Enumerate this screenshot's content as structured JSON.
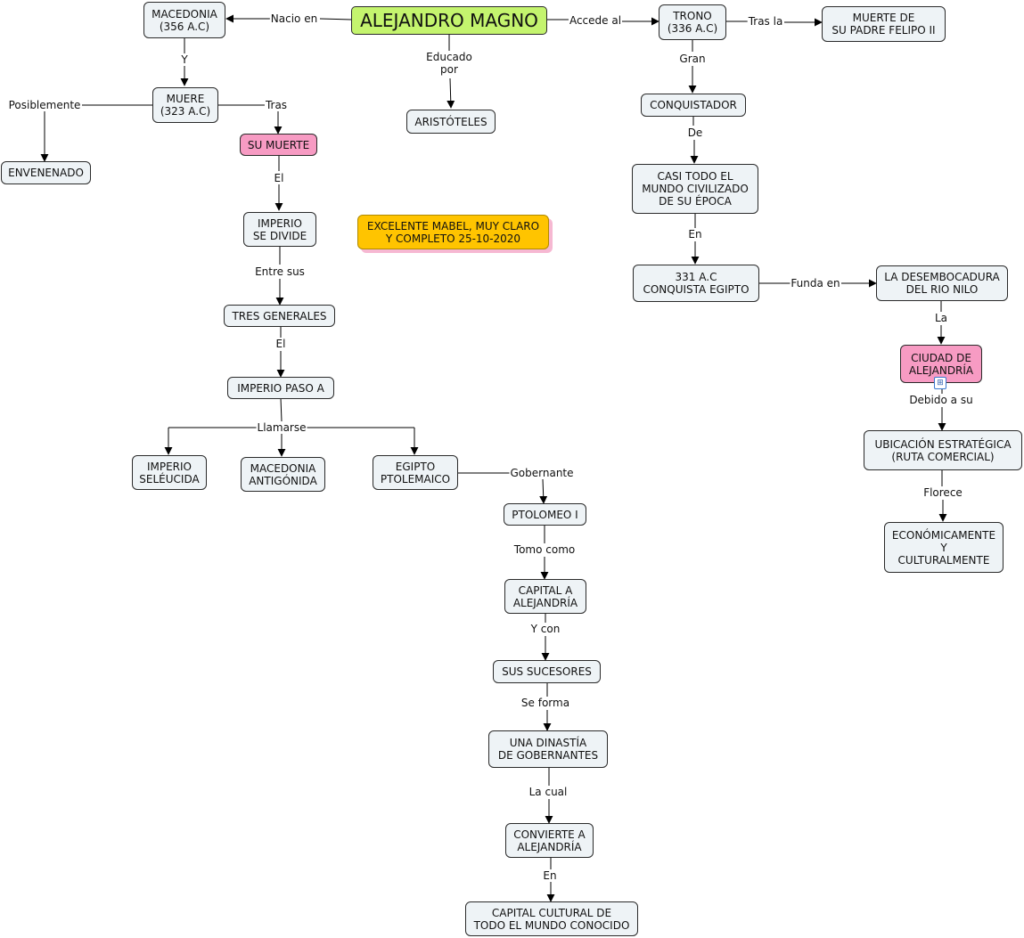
{
  "nodes": {
    "alejandro": "ALEJANDRO MAGNO",
    "macedonia": "MACEDONIA\n(356 A.C)",
    "muere": "MUERE\n(323 A.C)",
    "envenenado": "ENVENENADO",
    "su_muerte": "SU MUERTE",
    "imperio_divide": "IMPERIO\nSE DIVIDE",
    "tres_generales": "TRES GENERALES",
    "imperio_paso": "IMPERIO PASO A",
    "seleucida": "IMPERIO\nSELÉUCIDA",
    "antigonida": "MACEDONIA\nANTIGÓNIDA",
    "egipto_ptolemaico": "EGIPTO\nPTOLEMAICO",
    "ptolomeo": "PTOLOMEO I",
    "capital_alejandria": "CAPITAL A\nALEJANDRÍA",
    "sucesores": "SUS SUCESORES",
    "dinastia": "UNA DINASTÍA\nDE GOBERNANTES",
    "convierte": "CONVIERTE A\nALEJANDRÍA",
    "capital_cultural": "CAPITAL CULTURAL DE\nTODO EL MUNDO CONOCIDO",
    "aristoteles": "ARISTÓTELES",
    "nota": "EXCELENTE MABEL, MUY CLARO\nY COMPLETO 25-10-2020",
    "trono": "TRONO\n(336 A.C)",
    "muerte_padre": "MUERTE DE\nSU PADRE FELIPO II",
    "conquistador": "CONQUISTADOR",
    "casi_todo": "CASI TODO EL\nMUNDO CIVILIZADO\nDE SU ÉPOCA",
    "conquista_egipto": "331 A.C\nCONQUISTA EGIPTO",
    "desembocadura": "LA DESEMBOCADURA\nDEL RIO NILO",
    "ciudad_alejandria": "CIUDAD DE\nALEJANDRÍA",
    "ubicacion": "UBICACIÓN ESTRATÉGICA\n(RUTA COMERCIAL)",
    "economicamente": "ECONÓMICAMENTE\nY\nCULTURALMENTE"
  },
  "links": {
    "nacio_en": "Nacio en",
    "y": "Y",
    "posiblemente": "Posiblemente",
    "tras": "Tras",
    "el_1": "El",
    "entre_sus": "Entre sus",
    "el_2": "El",
    "llamarse": "Llamarse",
    "gobernante": "Gobernante",
    "tomo_como": "Tomo como",
    "y_con": "Y con",
    "se_forma": "Se forma",
    "la_cual": "La cual",
    "en_1": "En",
    "educado_por": "Educado\npor",
    "accede_al": "Accede al",
    "tras_la": "Tras la",
    "gran": "Gran",
    "de": "De",
    "en_2": "En",
    "funda_en": "Funda en",
    "la": "La",
    "debido_a_su": "Debido a su",
    "florece": "Florece"
  },
  "colors": {
    "main": "#c4f46e",
    "highlight": "#f79bc3",
    "note": "#ffc400",
    "node": "#eef3f6"
  },
  "icons": {
    "resource_badge": "hierarchy-icon"
  }
}
